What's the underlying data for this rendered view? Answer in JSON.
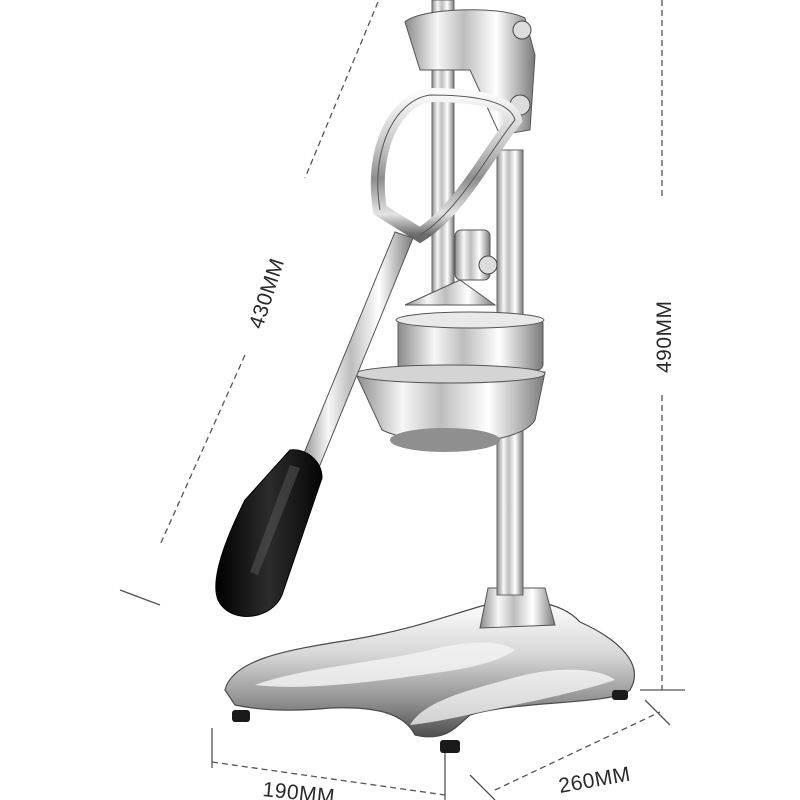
{
  "product": {
    "name": "",
    "handle_color": "#151515",
    "metal_light": "#f4f4f4",
    "metal_dark": "#6e6e6e"
  },
  "dimensions": {
    "handle_length": "430MM",
    "height": "490MM",
    "base_width": "190MM",
    "base_depth": "260MM"
  }
}
